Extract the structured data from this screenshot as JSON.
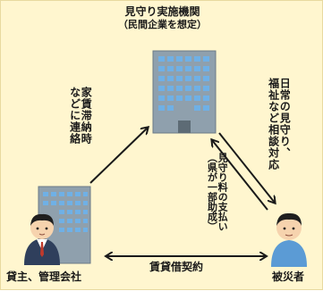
{
  "center": {
    "title": "見守り実施機関",
    "subtitle": "（民間企業を想定）"
  },
  "left_party": {
    "label": "貸主、管理会社"
  },
  "right_party": {
    "label": "被災者"
  },
  "left_link": {
    "line1": "家賃滞納時",
    "line2": "などに連絡"
  },
  "right_link": {
    "line1": "日常の見守り、",
    "line2": "福祉など相談対応"
  },
  "middle_link": {
    "line1": "見守り料の支払い",
    "line2": "（県が一部助成）"
  },
  "bottom_link": {
    "label": "賃貸借契約"
  },
  "colors": {
    "background": "#fff6cf",
    "building": "#8fa0ad",
    "window": "#6fb0e6",
    "arrow": "#1a1a1a"
  }
}
